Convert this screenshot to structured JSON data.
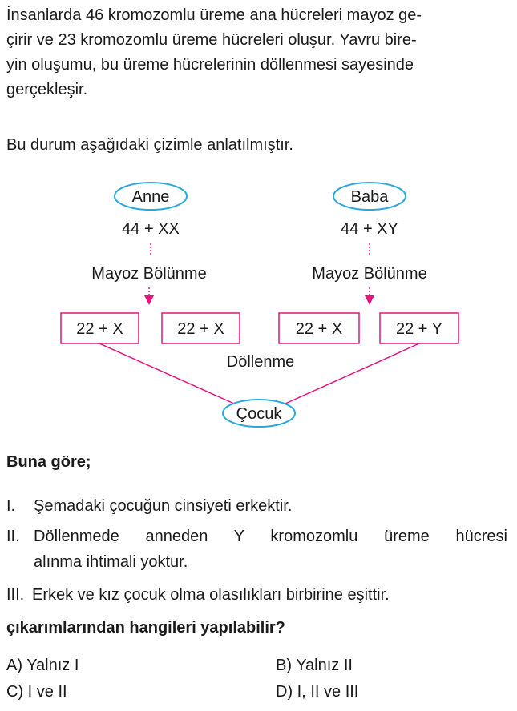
{
  "intro_lines": [
    "İnsanlarda 46 kromozomlu üreme ana hücreleri mayoz ge-",
    "çirir ve 23 kromozomlu üreme hücreleri oluşur. Yavru bire-",
    "yin oluşumu, bu üreme hücrelerinin döllenmesi sayesinde",
    "gerçekleşir."
  ],
  "lead_text": "Bu durum aşağıdaki çizimle anlatılmıştır.",
  "diagram": {
    "mother_label": "Anne",
    "father_label": "Baba",
    "mother_karyotype": "44 + XX",
    "father_karyotype": "44 + XY",
    "meiosis_label": "Mayoz Bölünme",
    "gametes": [
      "22 + X",
      "22 + X",
      "22 + X",
      "22 + Y"
    ],
    "fertilization_label": "Döllenme",
    "child_label": "Çocuk",
    "colors": {
      "ellipse_stroke": "#29a8e0",
      "arrow": "#e6147e",
      "line": "#e6147e",
      "box_stroke": "#e6147e"
    }
  },
  "question_heading": "Buna göre;",
  "statements": [
    {
      "num": "I.",
      "lines": [
        "Şemadaki çocuğun cinsiyeti erkektir."
      ]
    },
    {
      "num": "II.",
      "lines": [
        "Döllenmede anneden Y kromozomlu üreme hücresi",
        "alınma ihtimali yoktur."
      ]
    },
    {
      "num": "III.",
      "lines": [
        "Erkek ve kız çocuk olma olasılıkları birbirine eşittir."
      ]
    }
  ],
  "question_prompt": "çıkarımlarından hangileri yapılabilir?",
  "options": [
    {
      "letter": "A)",
      "text": "Yalnız I"
    },
    {
      "letter": "B)",
      "text": "Yalnız II"
    },
    {
      "letter": "C)",
      "text": "I ve II"
    },
    {
      "letter": "D)",
      "text": "I, II ve III"
    }
  ]
}
